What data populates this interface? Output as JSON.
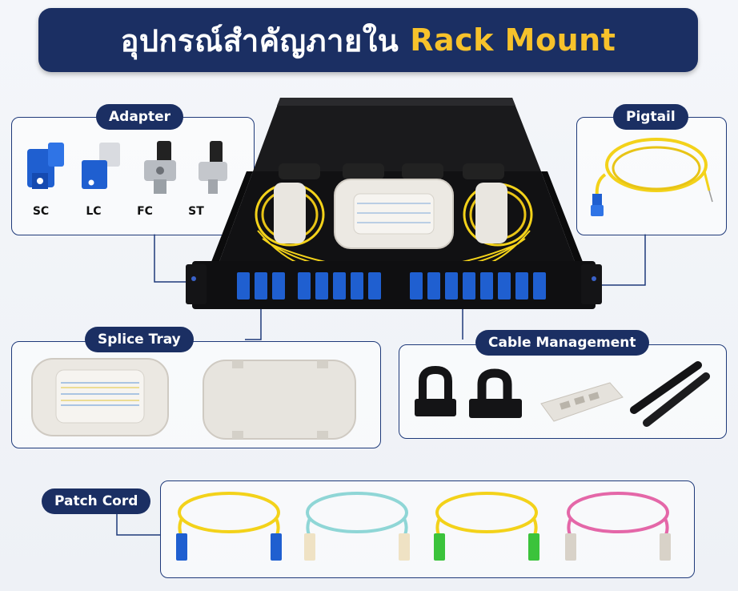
{
  "title": {
    "thai": "อุปกรณ์สำคัญภายใน",
    "accent": "Rack Mount"
  },
  "sections": {
    "adapter": {
      "label": "Adapter",
      "items": [
        "SC",
        "LC",
        "FC",
        "ST"
      ]
    },
    "pigtail": {
      "label": "Pigtail"
    },
    "splice_tray": {
      "label": "Splice Tray"
    },
    "cable_management": {
      "label": "Cable Management"
    },
    "patch_cord": {
      "label": "Patch Cord"
    }
  },
  "colors": {
    "navy": "#1b2f63",
    "accent_yellow": "#f7c22b",
    "fiber_yellow": "#f3d21a",
    "adapter_blue": "#1f5fd0",
    "aqua": "#8fd6d6",
    "pink": "#e467a8",
    "apc_green": "#3bc33b"
  }
}
